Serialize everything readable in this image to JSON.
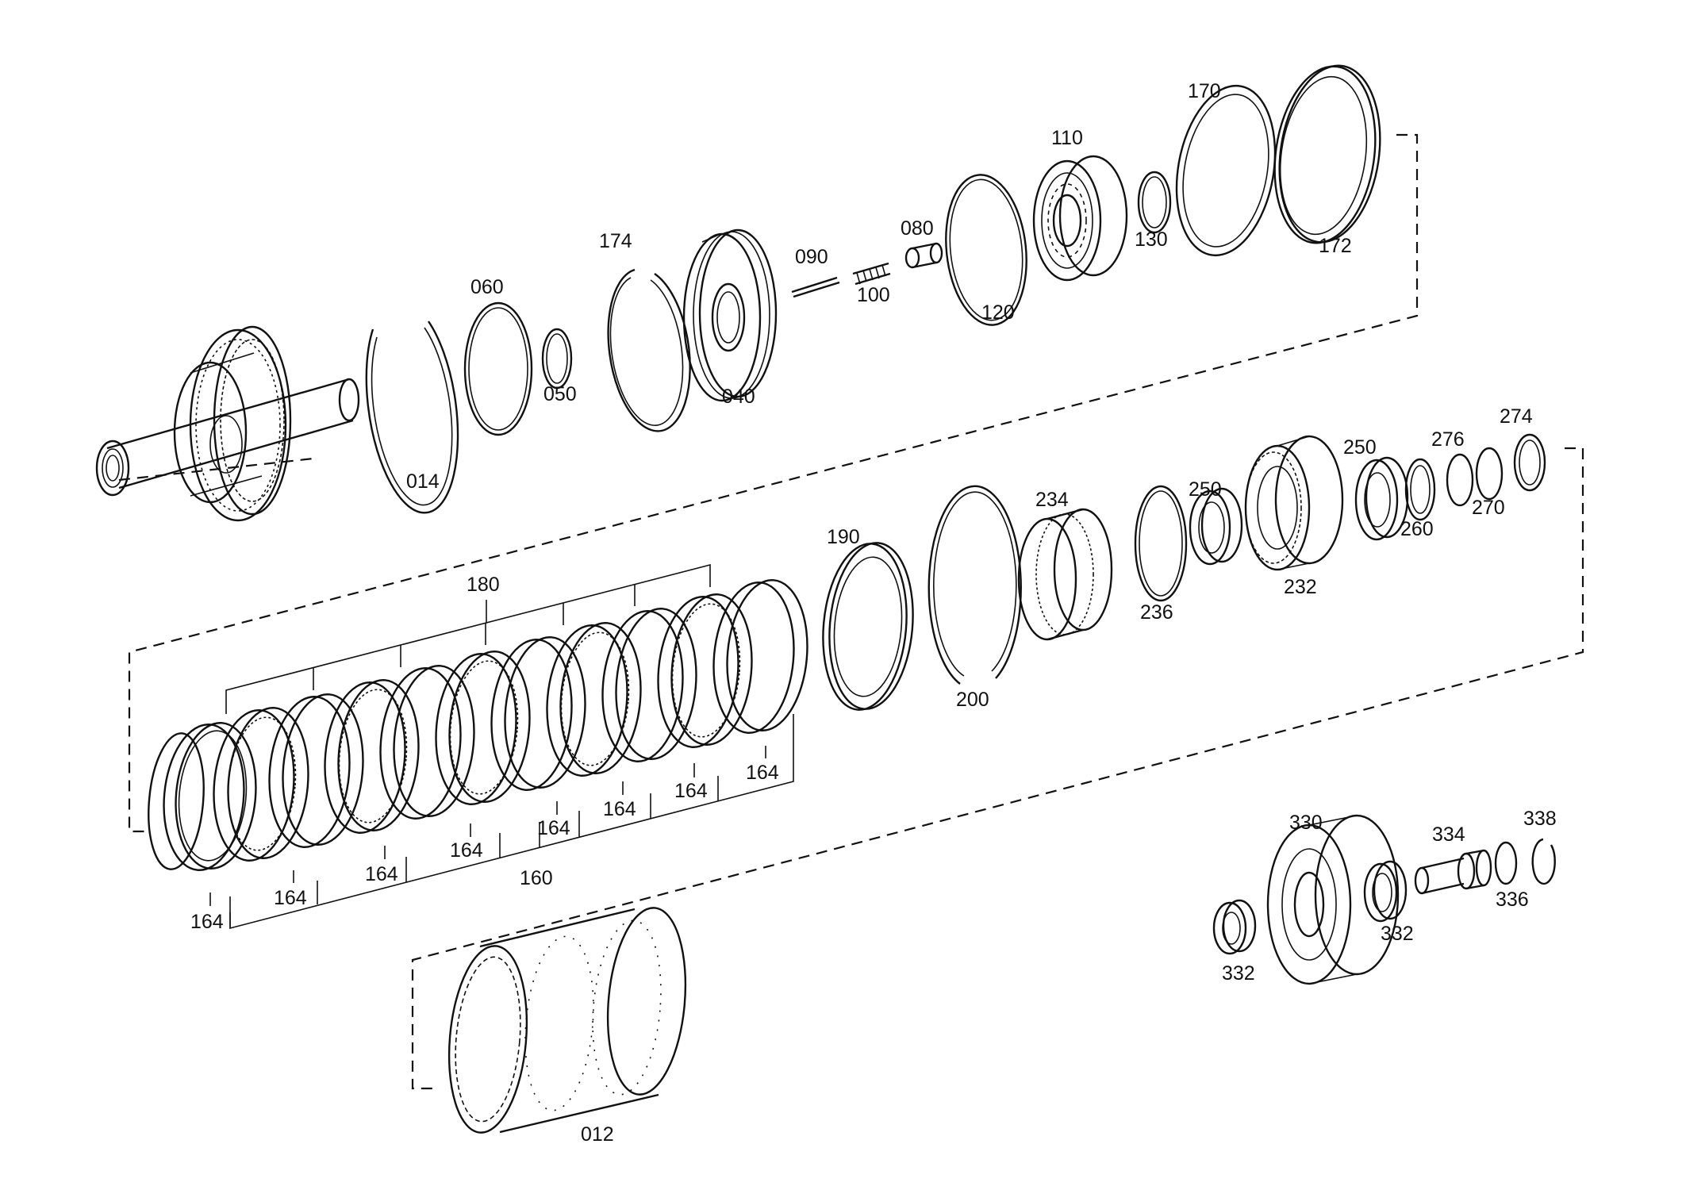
{
  "colors": {
    "ink": "#111111",
    "background": "#ffffff"
  },
  "labels": [
    {
      "id": "l014",
      "text": "014"
    },
    {
      "id": "l060",
      "text": "060"
    },
    {
      "id": "l050",
      "text": "050"
    },
    {
      "id": "l174",
      "text": "174"
    },
    {
      "id": "l040",
      "text": "040"
    },
    {
      "id": "l090",
      "text": "090"
    },
    {
      "id": "l100",
      "text": "100"
    },
    {
      "id": "l080",
      "text": "080"
    },
    {
      "id": "l120",
      "text": "120"
    },
    {
      "id": "l110",
      "text": "110"
    },
    {
      "id": "l130",
      "text": "130"
    },
    {
      "id": "l170",
      "text": "170"
    },
    {
      "id": "l172",
      "text": "172"
    },
    {
      "id": "l180",
      "text": "180"
    },
    {
      "id": "l190",
      "text": "190"
    },
    {
      "id": "l200",
      "text": "200"
    },
    {
      "id": "l234",
      "text": "234"
    },
    {
      "id": "l236",
      "text": "236"
    },
    {
      "id": "l250a",
      "text": "250"
    },
    {
      "id": "l250b",
      "text": "250"
    },
    {
      "id": "l232",
      "text": "232"
    },
    {
      "id": "l260",
      "text": "260"
    },
    {
      "id": "l276",
      "text": "276"
    },
    {
      "id": "l270",
      "text": "270"
    },
    {
      "id": "l274",
      "text": "274"
    },
    {
      "id": "l164a",
      "text": "164"
    },
    {
      "id": "l164b",
      "text": "164"
    },
    {
      "id": "l164c",
      "text": "164"
    },
    {
      "id": "l164d",
      "text": "164"
    },
    {
      "id": "l164e",
      "text": "164"
    },
    {
      "id": "l164f",
      "text": "164"
    },
    {
      "id": "l164g",
      "text": "164"
    },
    {
      "id": "l164h",
      "text": "164"
    },
    {
      "id": "l160",
      "text": "160"
    },
    {
      "id": "l012",
      "text": "012"
    },
    {
      "id": "l330",
      "text": "330"
    },
    {
      "id": "l334",
      "text": "334"
    },
    {
      "id": "l338",
      "text": "338"
    },
    {
      "id": "l336",
      "text": "336"
    },
    {
      "id": "l332a",
      "text": "332"
    },
    {
      "id": "l332b",
      "text": "332"
    }
  ]
}
